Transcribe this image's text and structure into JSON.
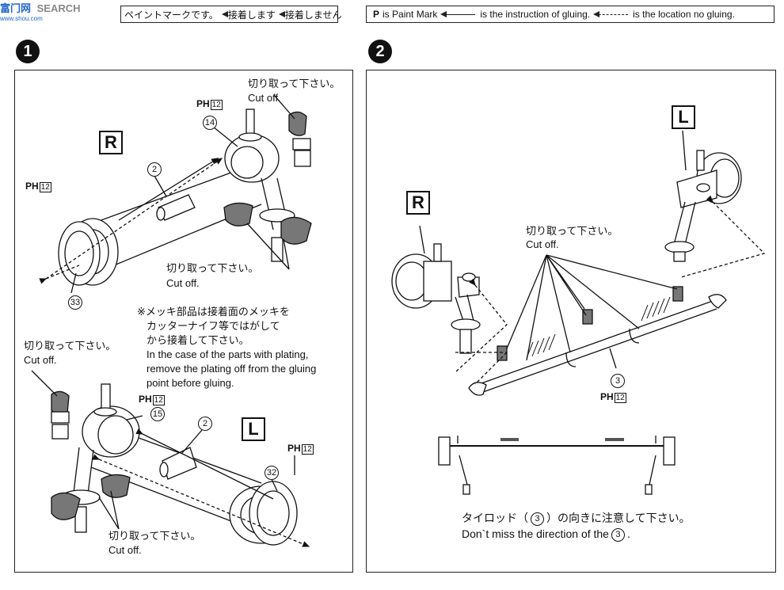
{
  "watermark": {
    "brand": "富门网",
    "search": "SEARCH",
    "url": "www.shou.com"
  },
  "legend_jp": {
    "paint_mark_text": "ペイントマークです。",
    "glue": "接着します",
    "no_glue": "接着しません"
  },
  "legend_en": {
    "paint_mark_symbol": "P",
    "paint_mark_text": "is Paint Mark",
    "glue": "is the instruction of gluing.",
    "no_glue": "is the location no gluing."
  },
  "step1": {
    "number": "1",
    "side_r": "R",
    "side_l": "L",
    "cut_jp": "切り取って下さい。",
    "cut_en": "Cut off.",
    "paint_code": "12",
    "paint_letters": "PH",
    "parts": {
      "p14": "14",
      "p2": "2",
      "p33": "33",
      "p15": "15",
      "p32": "32"
    },
    "note_jp_1": "※メッキ部品は接着面のメッキを",
    "note_jp_2": "カッターナイフ等ではがして",
    "note_jp_3": "から接着して下さい。",
    "note_en_1": "In the case of the parts with plating,",
    "note_en_2": "remove the plating off from the gluing",
    "note_en_3": "point before gluing."
  },
  "step2": {
    "number": "2",
    "side_l": "L",
    "side_r": "R",
    "cut_jp": "切り取って下さい。",
    "cut_en": "Cut off.",
    "part3": "3",
    "paint_letters": "PH",
    "paint_code": "12",
    "tie_jp_a": "タイロッド（",
    "tie_jp_b": "）の向きに注意して下さい。",
    "tie_en_a": "Don`t miss the direction of the",
    "tie_en_b": "."
  }
}
